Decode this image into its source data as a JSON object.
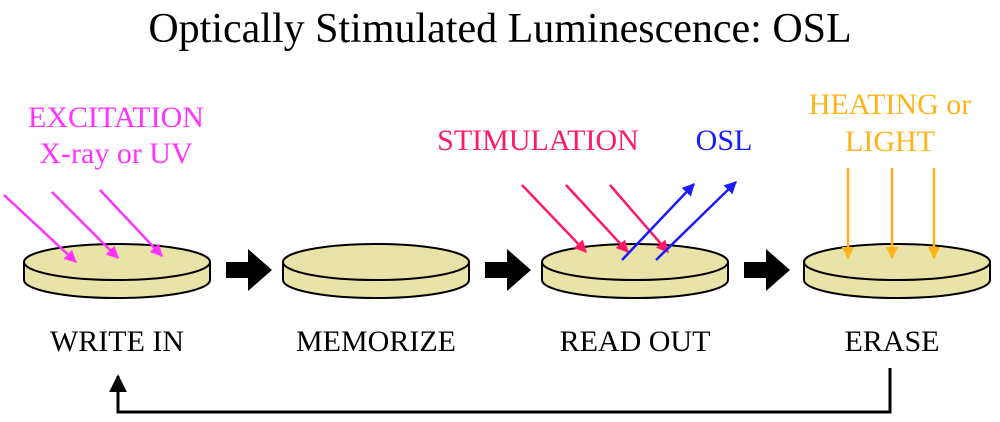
{
  "title": "Optically Stimulated Luminescence: OSL",
  "stages": [
    {
      "label": "WRITE IN"
    },
    {
      "label": "MEMORIZE"
    },
    {
      "label": "READ OUT"
    },
    {
      "label": "ERASE"
    }
  ],
  "annotations": {
    "excitation_line1": "EXCITATION",
    "excitation_line2": "X-ray or UV",
    "stimulation": "STIMULATION",
    "osl": "OSL",
    "heating_line1": "HEATING or",
    "heating_line2": "LIGHT"
  },
  "colors": {
    "disc_fill": "#e8e4a8",
    "disc_stroke": "#000000",
    "excitation": "#ff33ff",
    "stimulation": "#ff1a66",
    "osl": "#1a1aff",
    "heating": "#ffb31a",
    "flow_arrow": "#000000"
  },
  "icons": {
    "flow_arrow": "right-arrow-icon",
    "cycle": "loop-back-arrow-icon"
  }
}
